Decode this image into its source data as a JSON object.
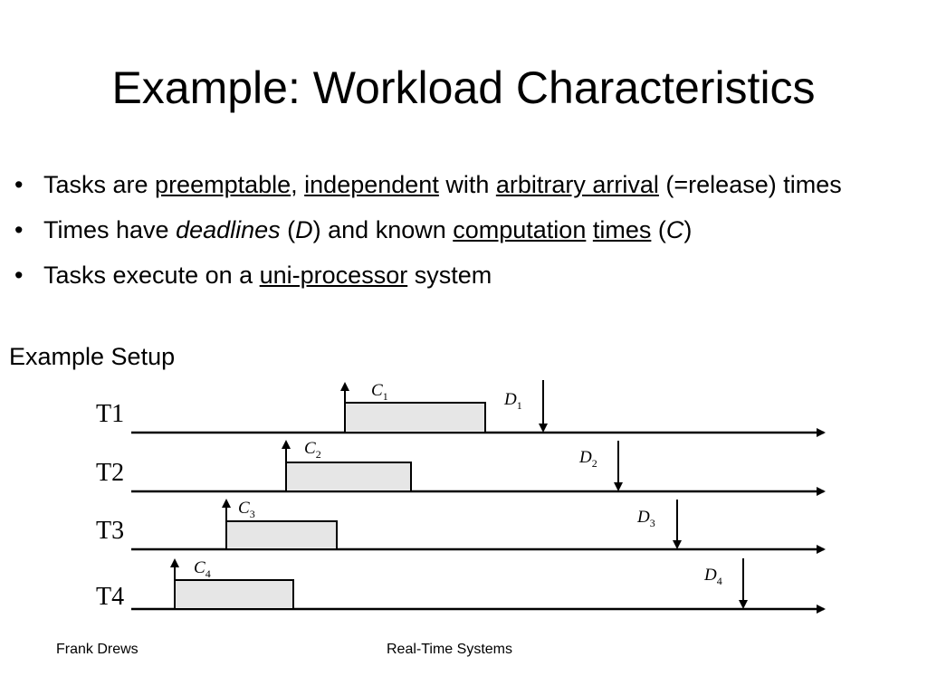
{
  "slide": {
    "title": "Example: Workload Characteristics",
    "bullets": [
      {
        "marker": "•",
        "segments": [
          {
            "text": "Tasks are ",
            "style": "plain"
          },
          {
            "text": "preemptable",
            "style": "underline"
          },
          {
            "text": ", ",
            "style": "plain"
          },
          {
            "text": "independent",
            "style": "underline"
          },
          {
            "text": " with ",
            "style": "plain"
          },
          {
            "text": "arbitrary arrival",
            "style": "underline"
          },
          {
            "text": " (=release) times",
            "style": "plain"
          }
        ]
      },
      {
        "marker": "•",
        "segments": [
          {
            "text": "Times have ",
            "style": "plain"
          },
          {
            "text": "deadlines",
            "style": "italic"
          },
          {
            "text": " (",
            "style": "plain"
          },
          {
            "text": "D",
            "style": "italic"
          },
          {
            "text": ") and known ",
            "style": "plain"
          },
          {
            "text": "computation",
            "style": "underline"
          },
          {
            "text": " ",
            "style": "plain"
          },
          {
            "text": "times",
            "style": "underline"
          },
          {
            "text": " (",
            "style": "plain"
          },
          {
            "text": "C",
            "style": "italic"
          },
          {
            "text": ")",
            "style": "plain"
          }
        ]
      },
      {
        "marker": "•",
        "segments": [
          {
            "text": "Tasks execute on a ",
            "style": "plain"
          },
          {
            "text": "uni-processor",
            "style": "underline"
          },
          {
            "text": " system",
            "style": "plain"
          }
        ]
      }
    ],
    "setup_label": "Example Setup"
  },
  "diagram": {
    "tasks": [
      {
        "name": "T1",
        "computation_label": "C",
        "computation_sub": "1",
        "deadline_label": "D",
        "deadline_sub": "1"
      },
      {
        "name": "T2",
        "computation_label": "C",
        "computation_sub": "2",
        "deadline_label": "D",
        "deadline_sub": "2"
      },
      {
        "name": "T3",
        "computation_label": "C",
        "computation_sub": "3",
        "deadline_label": "D",
        "deadline_sub": "3"
      },
      {
        "name": "T4",
        "computation_label": "C",
        "computation_sub": "4",
        "deadline_label": "D",
        "deadline_sub": "4"
      }
    ],
    "colors": {
      "bar_fill": "#e6e6e6",
      "stroke": "#000000"
    }
  },
  "footer": {
    "author": "Frank Drews",
    "course": "Real-Time Systems"
  }
}
